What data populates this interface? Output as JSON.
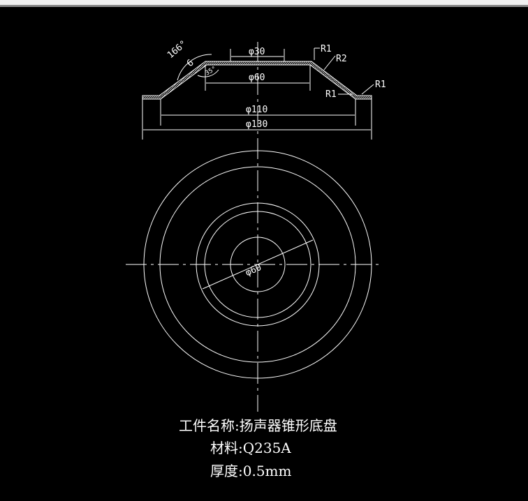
{
  "drawing": {
    "dimensions": {
      "d30": "φ30",
      "d60": "φ60",
      "d110": "φ110",
      "d130": "φ130",
      "d60_plan": "φ60"
    },
    "angles": {
      "a166": "166°",
      "a6": "6",
      "a35": "35°"
    },
    "radii": {
      "r1_top": "R1",
      "r2": "R2",
      "r1_right": "R1",
      "r1_inner": "R1"
    },
    "line_color": "#ffffff",
    "background": "#000000"
  },
  "title_block": {
    "part_name": "工件名称:扬声器锥形底盘",
    "material": "材料:Q235A",
    "thickness": "厚度:0.5mm"
  }
}
